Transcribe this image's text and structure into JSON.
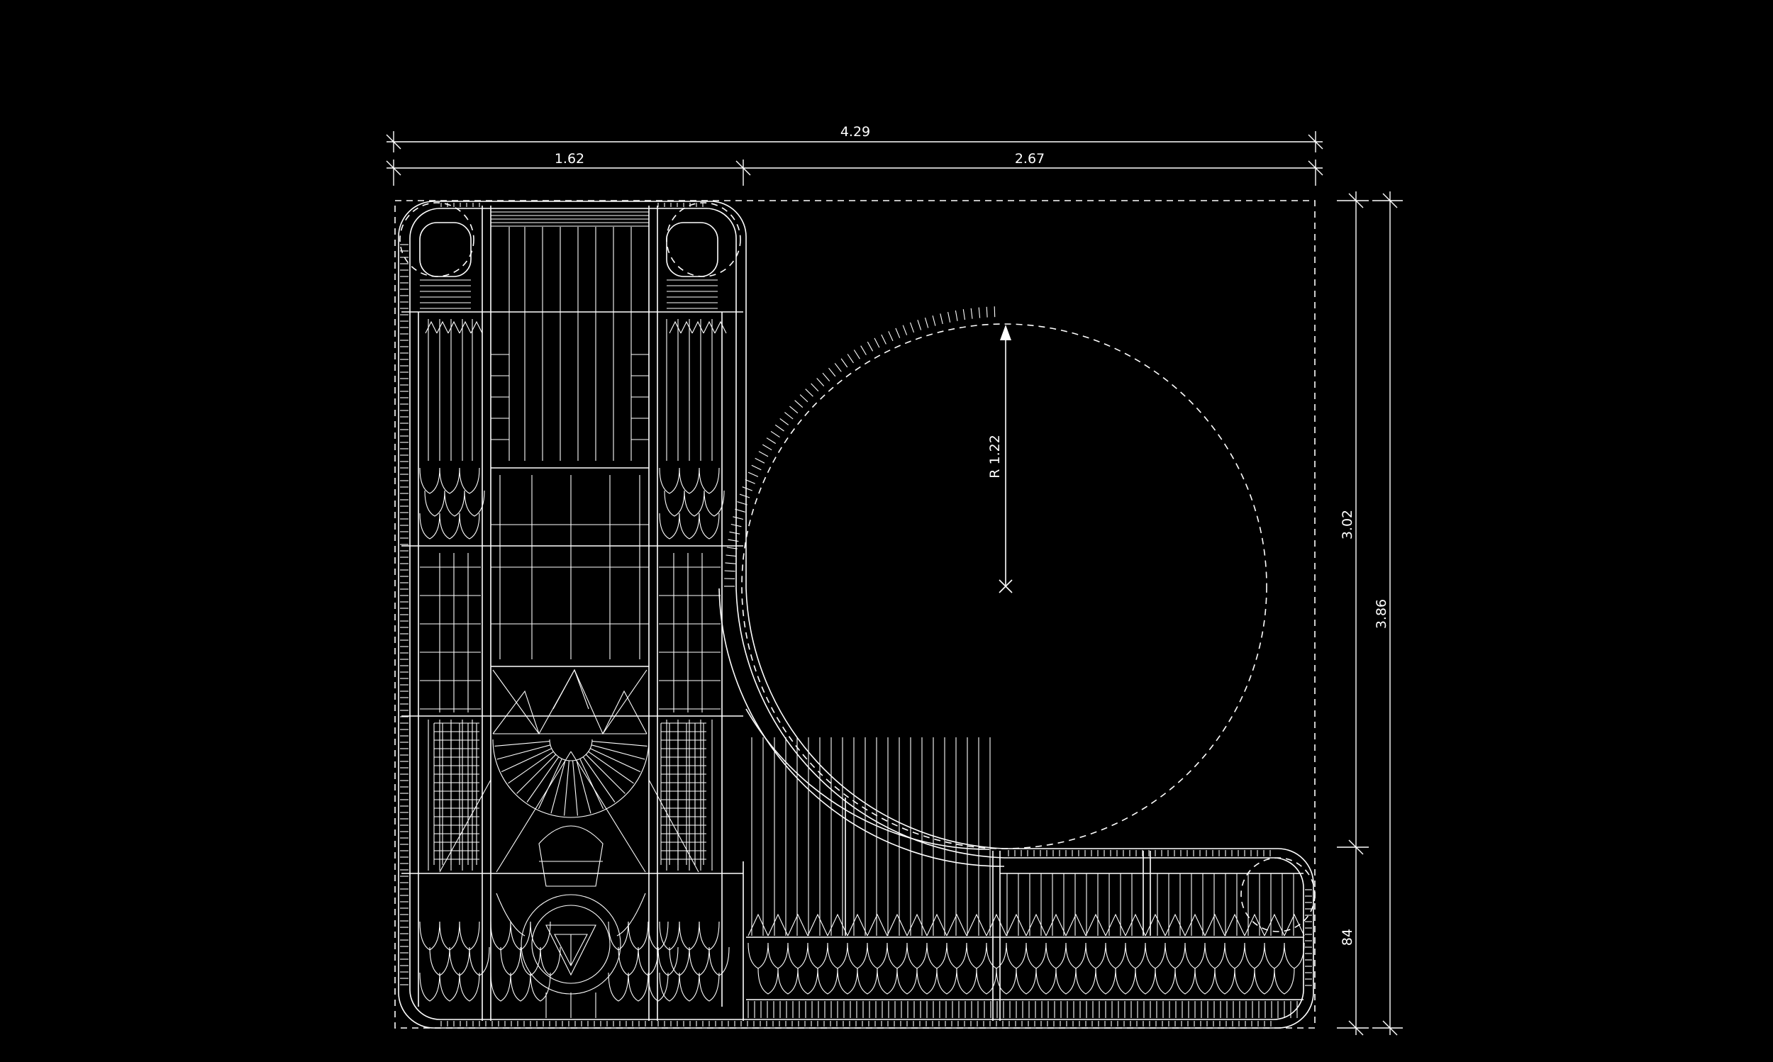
{
  "drawing": {
    "stroke_color": "#ffffff",
    "background_color": "#000000",
    "dimensions": {
      "overall_width": "4.29",
      "left_width": "1.62",
      "right_width": "2.67",
      "upper_height": "3.02",
      "overall_height": "3.86",
      "lower_height": "84",
      "radius": "R 1.22"
    }
  }
}
